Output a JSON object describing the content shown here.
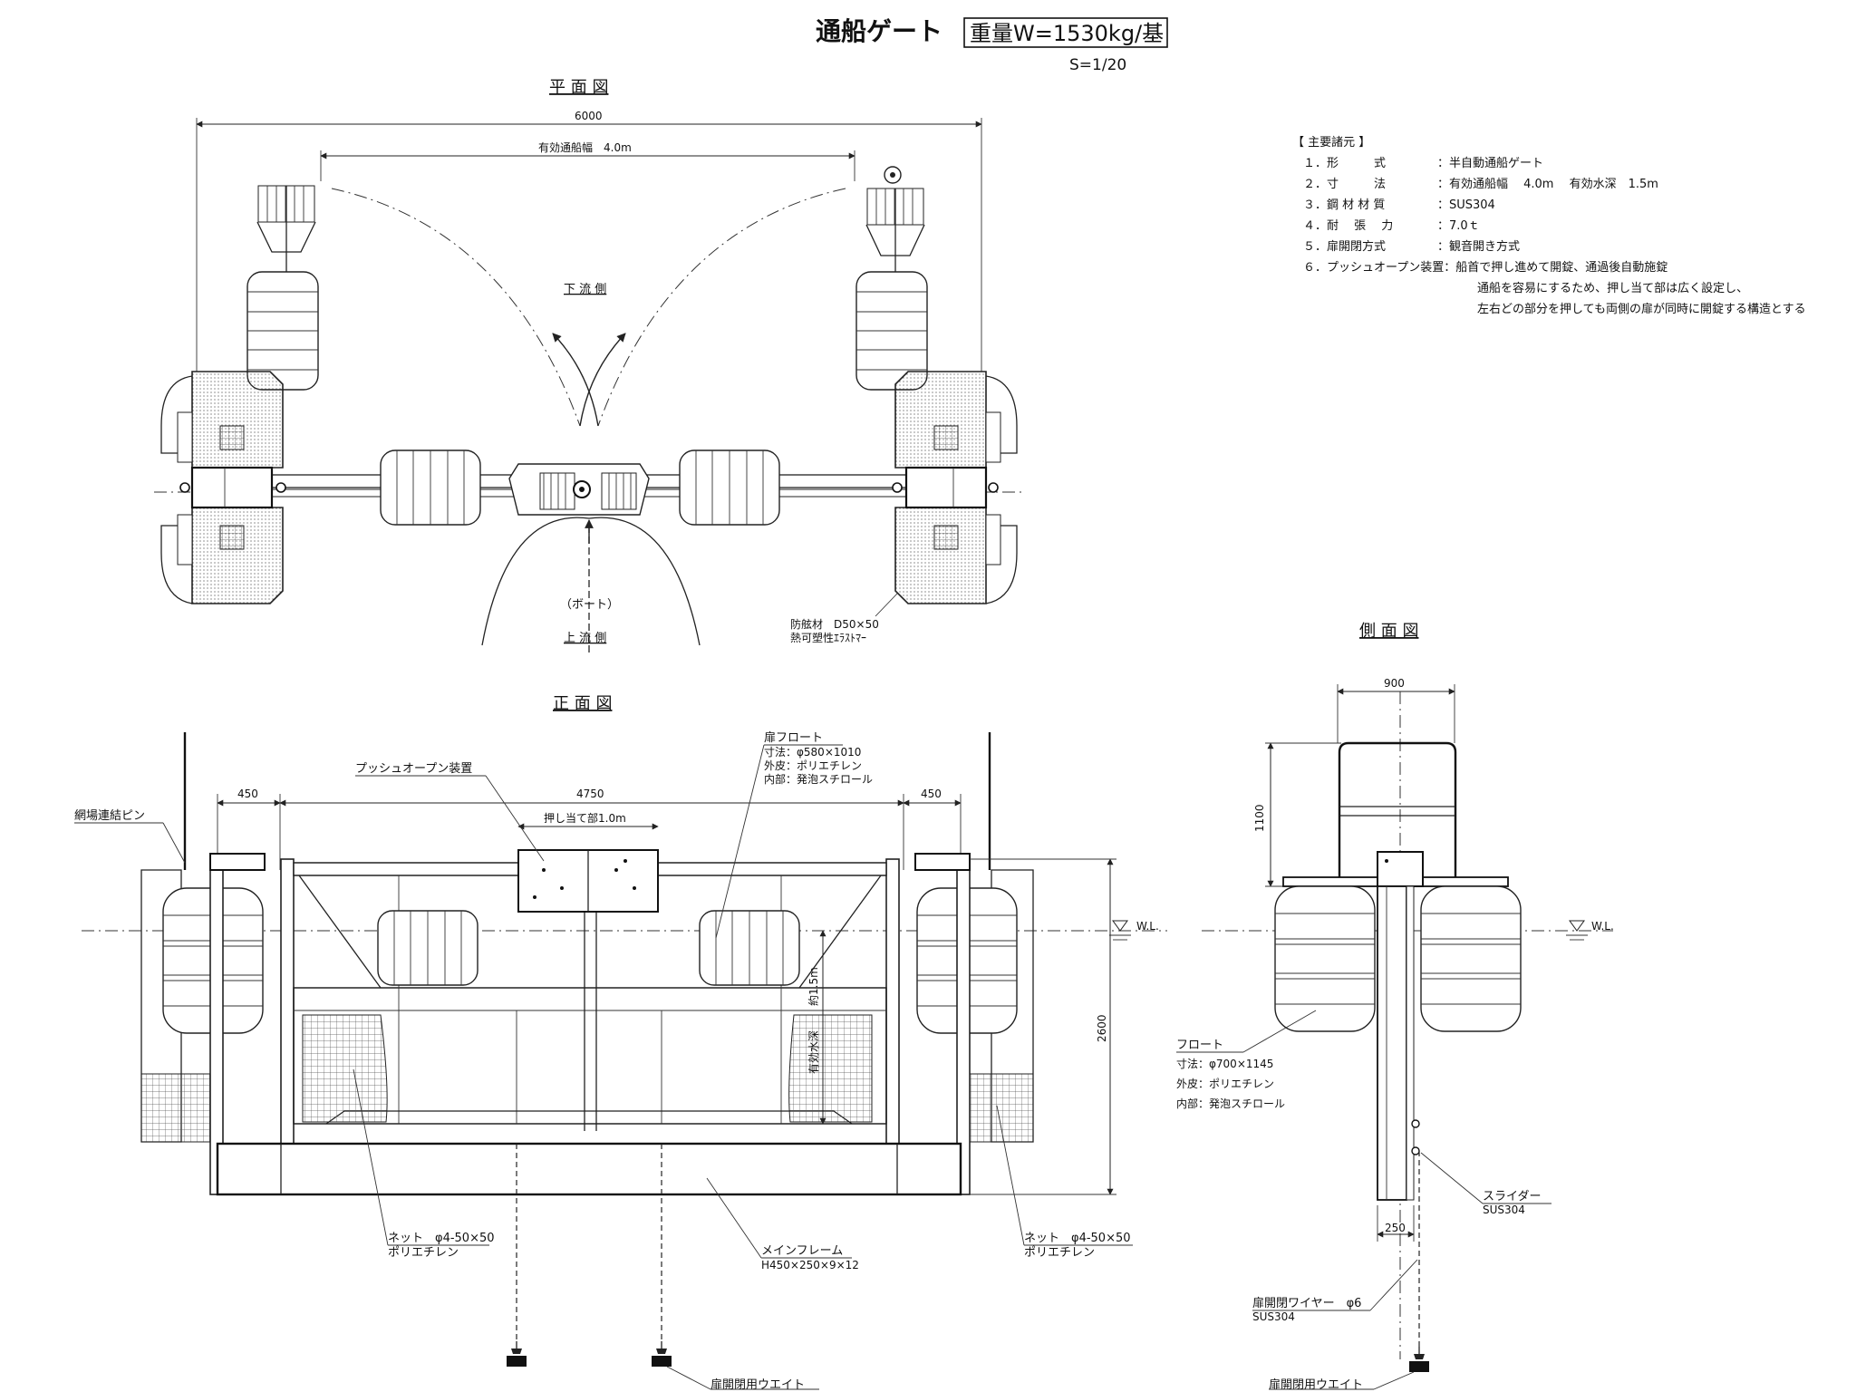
{
  "title": "通船ゲート",
  "weight": "重量W=1530kg/基",
  "scale": "S=1/20",
  "views": {
    "plan": "平 面 図",
    "front": "正 面 図",
    "side": "側 面 図"
  },
  "plan": {
    "overall_width": "6000",
    "effective_width": "有効通船幅　4.0m",
    "downstream": "下 流 側",
    "upstream": "上 流 側",
    "boat": "（ボート）",
    "fender_1": "防舷材　D50×50",
    "fender_2": "熱可塑性ｴﾗｽﾄﾏｰ"
  },
  "specs": {
    "heading": "【 主要諸元 】",
    "items": [
      {
        "k": "１．形　　　式",
        "v": "：半自動通船ゲート"
      },
      {
        "k": "２．寸　　　法",
        "v": "：有効通船幅　 4.0m　 有効水深　1.5m"
      },
      {
        "k": "３．鋼 材 材 質",
        "v": "：SUS304"
      },
      {
        "k": "４．耐　 張　 力",
        "v": "：7.0ｔ"
      },
      {
        "k": "５．扉開閉方式",
        "v": "：観音開き方式"
      },
      {
        "k": "６．プッシュオープン装置",
        "v": "：船首で押し進めて開錠、通過後自動施錠"
      }
    ],
    "note_1": "通船を容易にするため、押し当て部は広く設定し、",
    "note_2": "左右どの部分を押しても両側の扉が同時に開錠する構造とする"
  },
  "front": {
    "dim_left": "450",
    "dim_center": "4750",
    "dim_right": "450",
    "push_width": "押し当て部1.0m",
    "push_device": "プッシュオープン装置",
    "net_pin": "網場連結ピン",
    "door_float": "扉フロート",
    "door_float_size": "寸法：φ580×1010",
    "door_float_skin": "外皮：ポリエチレン",
    "door_float_core": "内部：発泡スチロール",
    "wl": "W.L.",
    "depth_1": "有効水深",
    "depth_2": "約1.5m",
    "height": "2600",
    "net_left_1": "ネット　φ4-50×50",
    "net_left_2": "ポリエチレン",
    "net_right_1": "ネット　φ4-50×50",
    "net_right_2": "ポリエチレン",
    "main_frame_1": "メインフレーム",
    "main_frame_2": "H450×250×9×12",
    "weight_label": "扉開閉用ウエイト"
  },
  "side": {
    "width": "900",
    "rail": "1100",
    "wl": "W.L.",
    "float": "フロート",
    "float_size": "寸法：φ700×1145",
    "float_skin": "外皮：ポリエチレン",
    "float_core": "内部：発泡スチロール",
    "slider": "スライダー",
    "slider_mat": "SUS304",
    "post": "250",
    "wire": "扉開閉ワイヤー　φ6",
    "wire_mat": "SUS304",
    "weight_label": "扉開閉用ウエイト"
  }
}
